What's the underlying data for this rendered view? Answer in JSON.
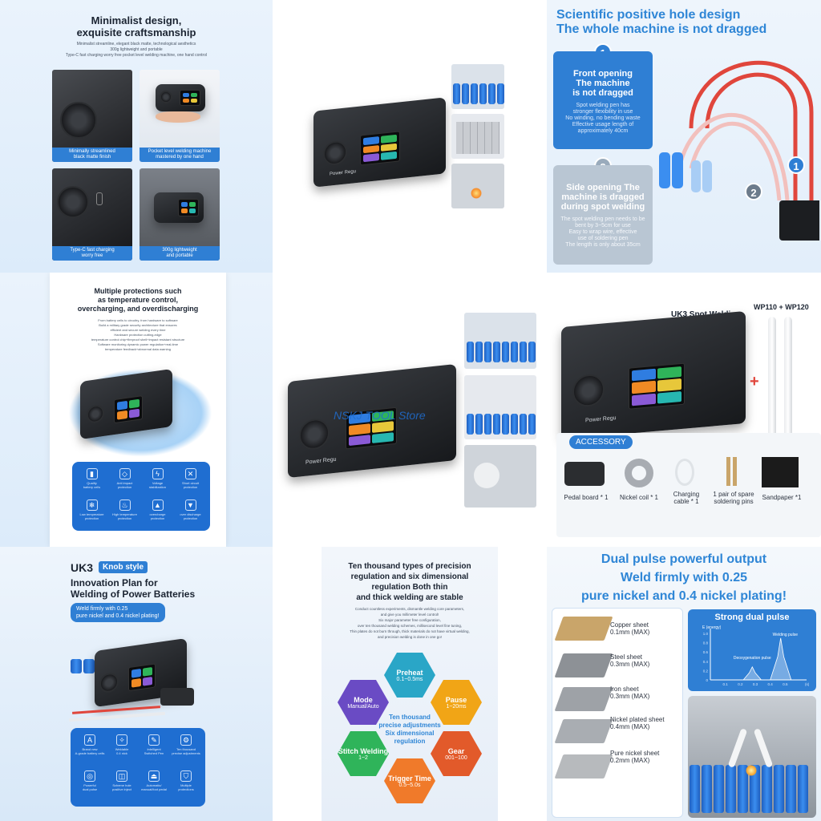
{
  "tile1": {
    "title_line1": "Minimalist design,",
    "title_line2": "exquisite craftsmanship",
    "sub1": "Minimalist streamline, elegant black matte, technological aesthetics",
    "sub2": "300g lightweight and portable",
    "sub3": "Type-C fast charging worry free pocket level welding machine, one hand control",
    "cap1_l1": "Minimally streamlined",
    "cap1_l2": "black matte finish",
    "cap2_l1": "Pocket level welding machine",
    "cap2_l2": "mastered by one hand",
    "cap3_l1": "Type-C fast charging",
    "cap3_l2": "worry free",
    "cap4_l1": "300g lightweight",
    "cap4_l2": "and portable"
  },
  "tile2": {
    "brand": "Power Regu"
  },
  "tile3": {
    "title1": "Scientific positive hole design",
    "title2": "The whole machine is not dragged",
    "box1_num": "1",
    "box1_h1": "Front opening",
    "box1_h2": "The machine",
    "box1_h3": "is not dragged",
    "box1_t1": "Spot welding pen has",
    "box1_t2": "stronger flexibility in use",
    "box1_t3": "No winding, no bending waste",
    "box1_t4": "Effective usage length of",
    "box1_t5": "approximately 40cm",
    "box2_num": "2",
    "box2_h1": "Side opening The",
    "box2_h2": "machine is dragged",
    "box2_h3": "during spot welding",
    "box2_t1": "The spot welding pen needs to be",
    "box2_t2": "bent by 3~5cm for use",
    "box2_t3": "Easy to wrap wire, effective",
    "box2_t4": "use of soldering pen",
    "box2_t5": "The length is only about 35cm",
    "marker1": "1",
    "marker2": "2"
  },
  "tile4": {
    "title1": "Multiple protections such",
    "title2": "as temperature control,",
    "title3": "overcharging, and overdischarging",
    "d1": "From battery cells to circuitry, from hardware to software",
    "d2": "Build a military grade security architecture that ensures",
    "d3": "efficient and secure welding every time",
    "d4": "Hardware protection cutting-edge",
    "d5": "temperature control chip+fireproof shell+impact resistant structure",
    "d6": "Software monitoring dynamic power regulation+real-time",
    "d7": "temperature feedback+abnormal data warning",
    "features": [
      {
        "icon": "battery-icon",
        "l1": "Quality",
        "l2": "battery cells"
      },
      {
        "icon": "anti-impact-icon",
        "l1": "Anti impact",
        "l2": "protection"
      },
      {
        "icon": "voltage-icon",
        "l1": "Voltage",
        "l2": "stabilization"
      },
      {
        "icon": "short-circuit-icon",
        "l1": "Short circuit",
        "l2": "protection"
      },
      {
        "icon": "low-temp-icon",
        "l1": "Low temperature",
        "l2": "protection"
      },
      {
        "icon": "high-temp-icon",
        "l1": "High temperature",
        "l2": "protection"
      },
      {
        "icon": "overcharge-icon",
        "l1": "overcharge",
        "l2": "protection"
      },
      {
        "icon": "overdischarge-icon",
        "l1": "over discharge",
        "l2": "protection"
      }
    ]
  },
  "tile5": {
    "brand": "Power Regu",
    "watermark": "NSKJ TOOL Store"
  },
  "tile6": {
    "title": "UK3 Spot Welding",
    "pens": "WP110 + WP120",
    "plus": "+",
    "accessory_label": "ACCESSORY",
    "brand": "Power Regu",
    "items": [
      {
        "l1": "Pedal board * 1",
        "l2": ""
      },
      {
        "l1": "Nickel coil * 1",
        "l2": ""
      },
      {
        "l1": "Charging",
        "l2": "cable * 1"
      },
      {
        "l1": "1 pair of spare",
        "l2": "soldering pins"
      },
      {
        "l1": "Sandpaper *1",
        "l2": ""
      }
    ]
  },
  "tile7": {
    "title_a": "UK3",
    "title_badge": "Knob style",
    "title_b1": "Innovation Plan for",
    "title_b2": "Welding of Power Batteries",
    "pill1": "Weld firmly with 0.25",
    "pill2": "pure nickel and 0.4 nickel plating!",
    "features": [
      {
        "icon": "a-icon",
        "l1": "Brand new",
        "l2": "A-grade battery cells"
      },
      {
        "icon": "nickel-icon",
        "l1": "Weldable",
        "l2": "0.4 nick"
      },
      {
        "icon": "pen-icon",
        "l1": "Intelligent",
        "l2": "Switched Pen"
      },
      {
        "icon": "gear-icon",
        "l1": "Ten thousand",
        "l2": "precise adjustments"
      },
      {
        "icon": "pulse-icon",
        "l1": "Powerful",
        "l2": "dual pulse"
      },
      {
        "icon": "hole-icon",
        "l1": "Scheme hole",
        "l2": "positive inject"
      },
      {
        "icon": "pedal-icon",
        "l1": "Automatic/",
        "l2": "manual/foot pedal"
      },
      {
        "icon": "shield-icon",
        "l1": "Multiple",
        "l2": "protections"
      }
    ]
  },
  "tile8": {
    "title1": "Ten thousand types of precision",
    "title2": "regulation and six dimensional",
    "title3": "regulation  Both thin",
    "title4": "and thick welding are stable",
    "d1": "Conduct countless experiments, dismantle welding core parameters,",
    "d2": "and give you millimeter level control!",
    "d3": "Six major parameter free configuration,",
    "d4": "over ten thousand welding schemes, millisecond level fine tuning,",
    "d5": "Thin plates do not burn through, thick materials do not have virtual welding,",
    "d6": "and precision welding is done in one go!",
    "center1": "Ten thousand",
    "center2": "precise adjustments",
    "center3": "Six dimensional",
    "center4": "regulation",
    "hexes": [
      {
        "name": "Preheat",
        "value": "0.1~0.5ms"
      },
      {
        "name": "Pause",
        "value": "1~20ms"
      },
      {
        "name": "Gear",
        "value": "001~100"
      },
      {
        "name": "Trigger Time",
        "value": "0.5~5.0s"
      },
      {
        "name": "Stitch Welding",
        "value": "1~2"
      },
      {
        "name": "Mode",
        "value": "Manual/Auto"
      }
    ]
  },
  "tile9": {
    "title1": "Dual pulse powerful output",
    "title2": "Weld firmly with 0.25",
    "title3": "pure nickel and 0.4 nickel plating!",
    "chart_title": "Strong dual pulse",
    "sheets": [
      {
        "name": "Copper sheet",
        "spec": "0.1mm (MAX)",
        "color": "#c9a56a"
      },
      {
        "name": "Steel sheet",
        "spec": "0.3mm (MAX)",
        "color": "#8d9196"
      },
      {
        "name": "Iron sheet",
        "spec": "0.3mm (MAX)",
        "color": "#9ea2a7"
      },
      {
        "name": "Nickel plated sheet",
        "spec": "0.4mm (MAX)",
        "color": "#a9adb2"
      },
      {
        "name": "Pure nickel sheet",
        "spec": "0.2mm (MAX)",
        "color": "#b7babd"
      }
    ]
  },
  "chart_data": {
    "type": "line",
    "title": "Strong dual pulse",
    "ylabel": "E (energy)",
    "xlabel": "(s)",
    "x_ticks": [
      "0.1",
      "0.2",
      "0.3",
      "0.4",
      "0.5"
    ],
    "y_ticks": [
      "0",
      "0.2",
      "0.4",
      "0.6",
      "0.8",
      "1.0"
    ],
    "ylim": [
      0,
      1.0
    ],
    "annotations": [
      "Welding pulse",
      "Deoxygenation pulse"
    ],
    "series": [
      {
        "name": "Deoxygenation pulse",
        "x": [
          0.22,
          0.26,
          0.28,
          0.3,
          0.34
        ],
        "y": [
          0.0,
          0.15,
          0.28,
          0.15,
          0.0
        ]
      },
      {
        "name": "Welding pulse",
        "x": [
          0.4,
          0.45,
          0.47,
          0.49,
          0.54
        ],
        "y": [
          0.0,
          0.5,
          0.9,
          0.5,
          0.0
        ]
      }
    ]
  }
}
